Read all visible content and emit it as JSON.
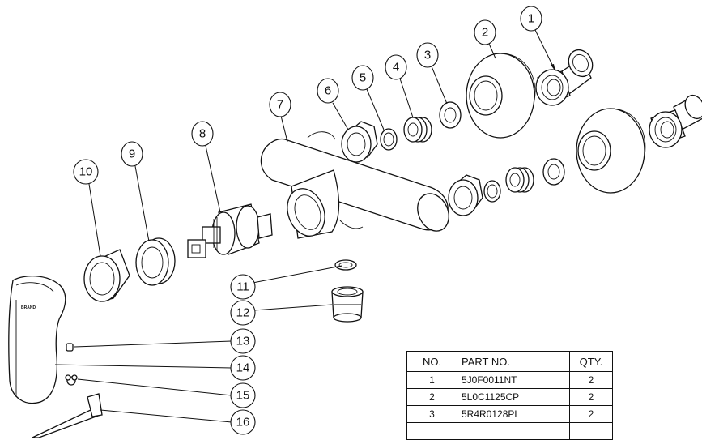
{
  "balloons": [
    "1",
    "2",
    "3",
    "4",
    "5",
    "6",
    "7",
    "8",
    "9",
    "10",
    "11",
    "12",
    "13",
    "14",
    "15",
    "16"
  ],
  "table": {
    "headers": {
      "no": "NO.",
      "part": "PART NO.",
      "qty": "QTY."
    },
    "rows": [
      {
        "no": "1",
        "part": "5J0F0011NT",
        "qty": "2"
      },
      {
        "no": "2",
        "part": "5L0C1125CP",
        "qty": "2"
      },
      {
        "no": "3",
        "part": "5R4R0128PL",
        "qty": "2"
      },
      {
        "no": "",
        "part": "",
        "qty": ""
      }
    ]
  },
  "handle_brand": "BRAND"
}
